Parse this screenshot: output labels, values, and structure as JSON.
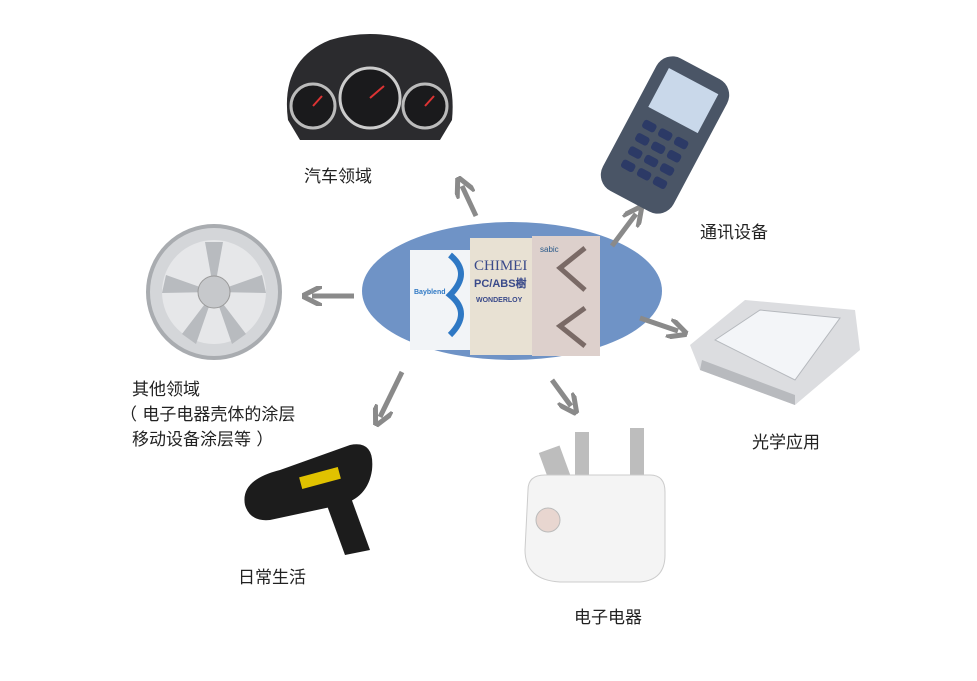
{
  "center": {
    "bags": [
      "Bayblend",
      "CHIMEI",
      "PC/ABS樹",
      "WONDERLOY",
      "sabic"
    ]
  },
  "applications": {
    "automotive": "汽车领域",
    "communication": "通讯设备",
    "optical": "光学应用",
    "electrical": "电子电器",
    "daily_life": "日常生活",
    "other_title": "其他领域",
    "other_line1": "（ 电子电器壳体的涂层",
    "other_line2": "移动设备涂层等 ）"
  },
  "colors": {
    "ellipse": "#6f93c6",
    "arrow": "#8a8a8a",
    "text": "#222222"
  }
}
